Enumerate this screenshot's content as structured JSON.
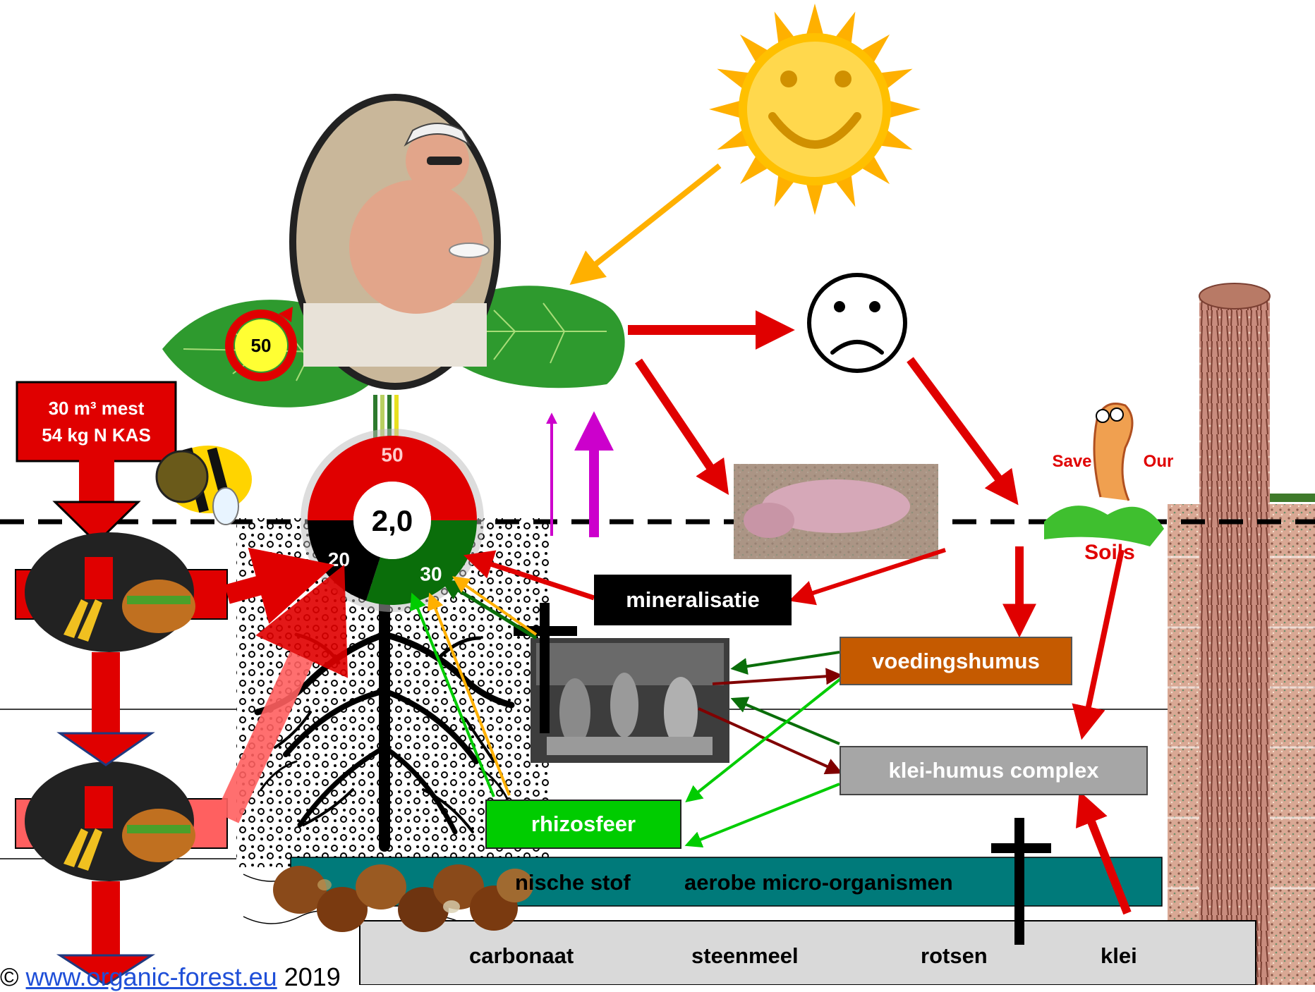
{
  "fertilizer": {
    "line1": "30 m³ mest",
    "line2": "54 kg N KAS"
  },
  "leaf_badge": "50",
  "donut": {
    "center": "2,0",
    "segments": [
      {
        "label": "50",
        "value": 50,
        "color": "#e00000"
      },
      {
        "label": "30",
        "value": 30,
        "color": "#0a6e0a"
      },
      {
        "label": "20",
        "value": 20,
        "color": "#000000"
      }
    ]
  },
  "boxes": {
    "mineralisatie": "mineralisatie",
    "voedingshumus": "voedingshumus",
    "klei_humus": "klei-humus complex",
    "rhizosfeer": "rhizosfeer",
    "organic_partial": "nische stof",
    "aerobe": "aerobe micro-organismen",
    "carbonaat": "carbonaat",
    "steenmeel": "steenmeel",
    "rotsen": "rotsen",
    "klei": "klei"
  },
  "worm_logo": {
    "save": "Save",
    "our": "Our",
    "soils": "Soils"
  },
  "copyright": {
    "symbol": "©",
    "link": "www.organic-forest.eu",
    "year": "2019"
  },
  "colors": {
    "red": "#e00000",
    "green": "#0a6e0a",
    "bright_green": "#00cc00",
    "orange_box": "#c55a00",
    "teal": "#007a7a",
    "grey_box": "#a6a6a6",
    "magenta": "#cc00cc",
    "sun": "#ffc000"
  }
}
